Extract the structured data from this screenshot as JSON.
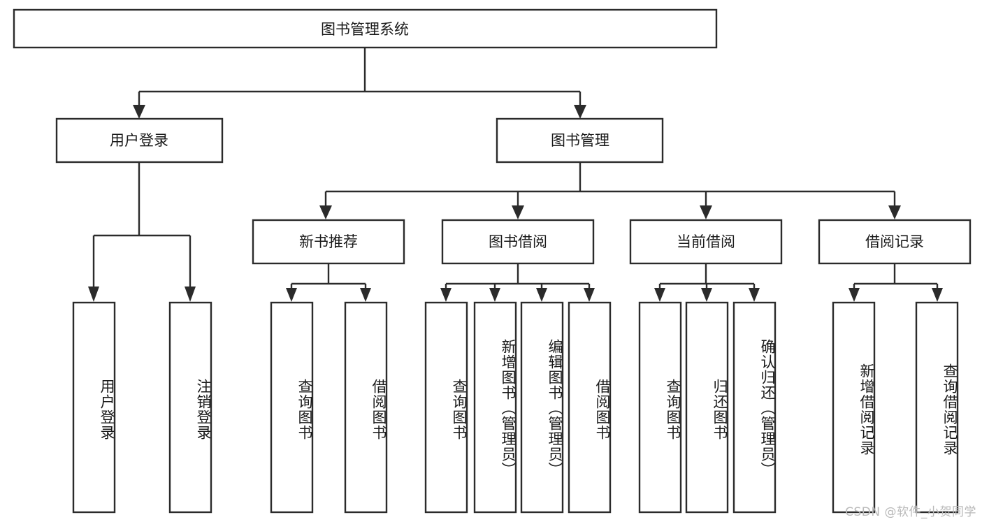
{
  "diagram": {
    "type": "tree",
    "title": "图书管理系统",
    "watermark": "CSDN @软件_小贺同学",
    "colors": {
      "box_stroke": "#2b2b2b",
      "box_fill": "#ffffff",
      "text": "#1a1a1a",
      "background": "#ffffff",
      "watermark": "#b9b9b9"
    },
    "root": {
      "label": "图书管理系统"
    },
    "level1": [
      {
        "label": "用户登录"
      },
      {
        "label": "图书管理"
      }
    ],
    "level2": [
      {
        "label": "新书推荐"
      },
      {
        "label": "图书借阅"
      },
      {
        "label": "当前借阅"
      },
      {
        "label": "借阅记录"
      }
    ],
    "leaves": {
      "user_login": [
        {
          "label": "用户登录"
        },
        {
          "label": "注销登录"
        }
      ],
      "new_book_recommend": [
        {
          "label": "查询图书"
        },
        {
          "label": "借阅图书"
        }
      ],
      "book_borrow": [
        {
          "label": "查询图书"
        },
        {
          "label": "新增图书（管理员）"
        },
        {
          "label": "编辑图书（管理员）"
        },
        {
          "label": "借阅图书"
        }
      ],
      "current_borrow": [
        {
          "label": "查询图书"
        },
        {
          "label": "归还图书"
        },
        {
          "label": "确认归还（管理员）"
        }
      ],
      "borrow_record": [
        {
          "label": "新增借阅记录"
        },
        {
          "label": "查询借阅记录"
        }
      ]
    }
  }
}
